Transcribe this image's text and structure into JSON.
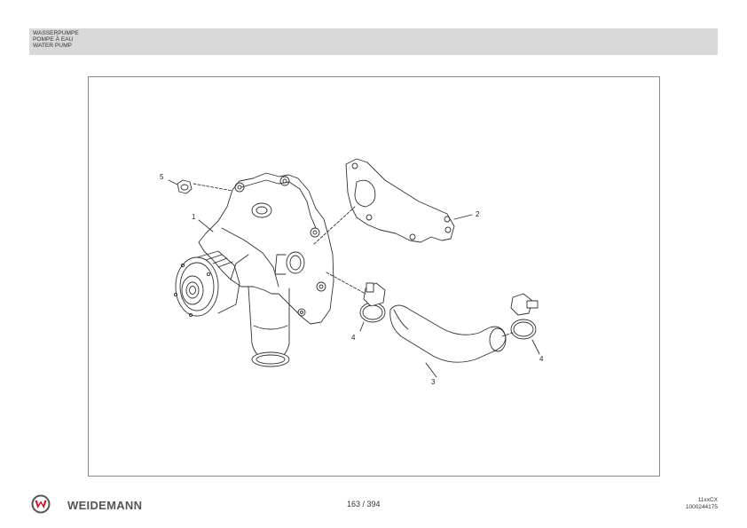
{
  "header": {
    "title_de": "WASSERPUMPE",
    "title_fr": "POMPE À EAU",
    "title_en": "WATER PUMP"
  },
  "diagram": {
    "callouts": [
      "1",
      "2",
      "3",
      "4",
      "4",
      "5"
    ]
  },
  "footer": {
    "brand": "WEIDEMANN",
    "logo_icon": "weidemann-w-logo",
    "page": "163 / 394",
    "doc_code_1": "11xxCX",
    "doc_code_2": "1000244175"
  },
  "colors": {
    "header_band": "#d9d9d9",
    "logo_red": "#c8102e",
    "frame_border": "#8a8a8a"
  }
}
